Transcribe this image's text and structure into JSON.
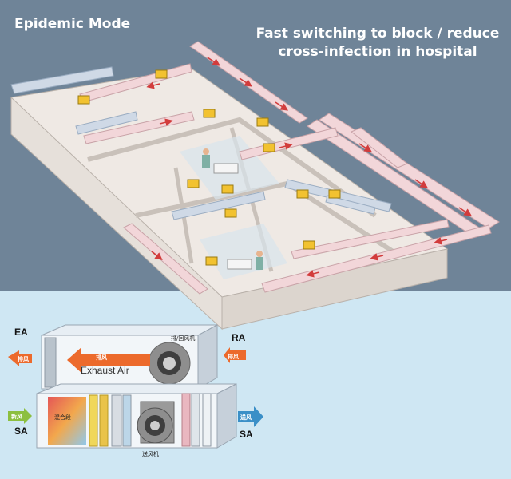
{
  "header": {
    "mode_title": "Epidemic Mode",
    "tagline_line1": "Fast switching to block / reduce",
    "tagline_line2": "cross-infection in hospital"
  },
  "ahu": {
    "ea_label": "EA",
    "ra_label": "RA",
    "sa_label_left": "SA",
    "sa_label_right": "SA",
    "exhaust_fan_label": "排/回风机",
    "exhaust_arrow_label": "排风",
    "exhaust_air_text": "Exhaust Air",
    "ea_badge": "排风",
    "ra_badge": "排风",
    "fresh_air_badge": "新风",
    "mixing_section_label": "混合段",
    "supply_badge": "送风",
    "supply_fan_label": "送风机"
  },
  "colors": {
    "sky": "#6f8498",
    "lower_bg": "#cfe7f3",
    "exhaust": "#ec6a2c",
    "supply": "#3a8fc7",
    "duct_pink": "#f2d6d9",
    "duct_blue": "#cfd9e6"
  }
}
